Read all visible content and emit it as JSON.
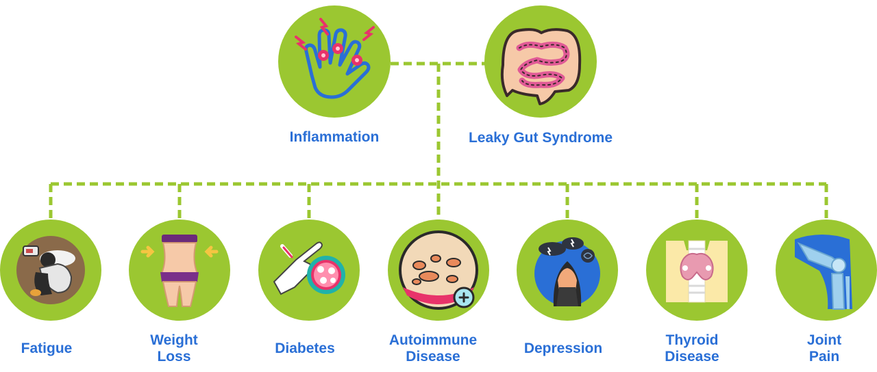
{
  "colors": {
    "circle": "#9bc731",
    "connector": "#9bc731",
    "label": "#2a6fd6"
  },
  "top_nodes": [
    {
      "id": "inflammation",
      "label": "Inflammation",
      "icon": "inflamed-hand-icon"
    },
    {
      "id": "leaky-gut",
      "label": "Leaky Gut Syndrome",
      "icon": "intestines-icon"
    }
  ],
  "bottom_nodes": [
    {
      "id": "fatigue",
      "lines": [
        "Fatigue"
      ],
      "icon": "tired-person-icon"
    },
    {
      "id": "weight-loss",
      "lines": [
        "Weight",
        "Loss"
      ],
      "icon": "waist-icon"
    },
    {
      "id": "diabetes",
      "lines": [
        "Diabetes"
      ],
      "icon": "blood-test-finger-icon"
    },
    {
      "id": "autoimmune-disease",
      "lines": [
        "Autoimmune",
        "Disease"
      ],
      "icon": "skin-cells-icon"
    },
    {
      "id": "depression",
      "lines": [
        "Depression"
      ],
      "icon": "sad-person-icon"
    },
    {
      "id": "thyroid-disease",
      "lines": [
        "Thyroid",
        "Disease"
      ],
      "icon": "thyroid-icon"
    },
    {
      "id": "joint-pain",
      "lines": [
        "Joint",
        "Pain"
      ],
      "icon": "knee-joint-icon"
    }
  ]
}
